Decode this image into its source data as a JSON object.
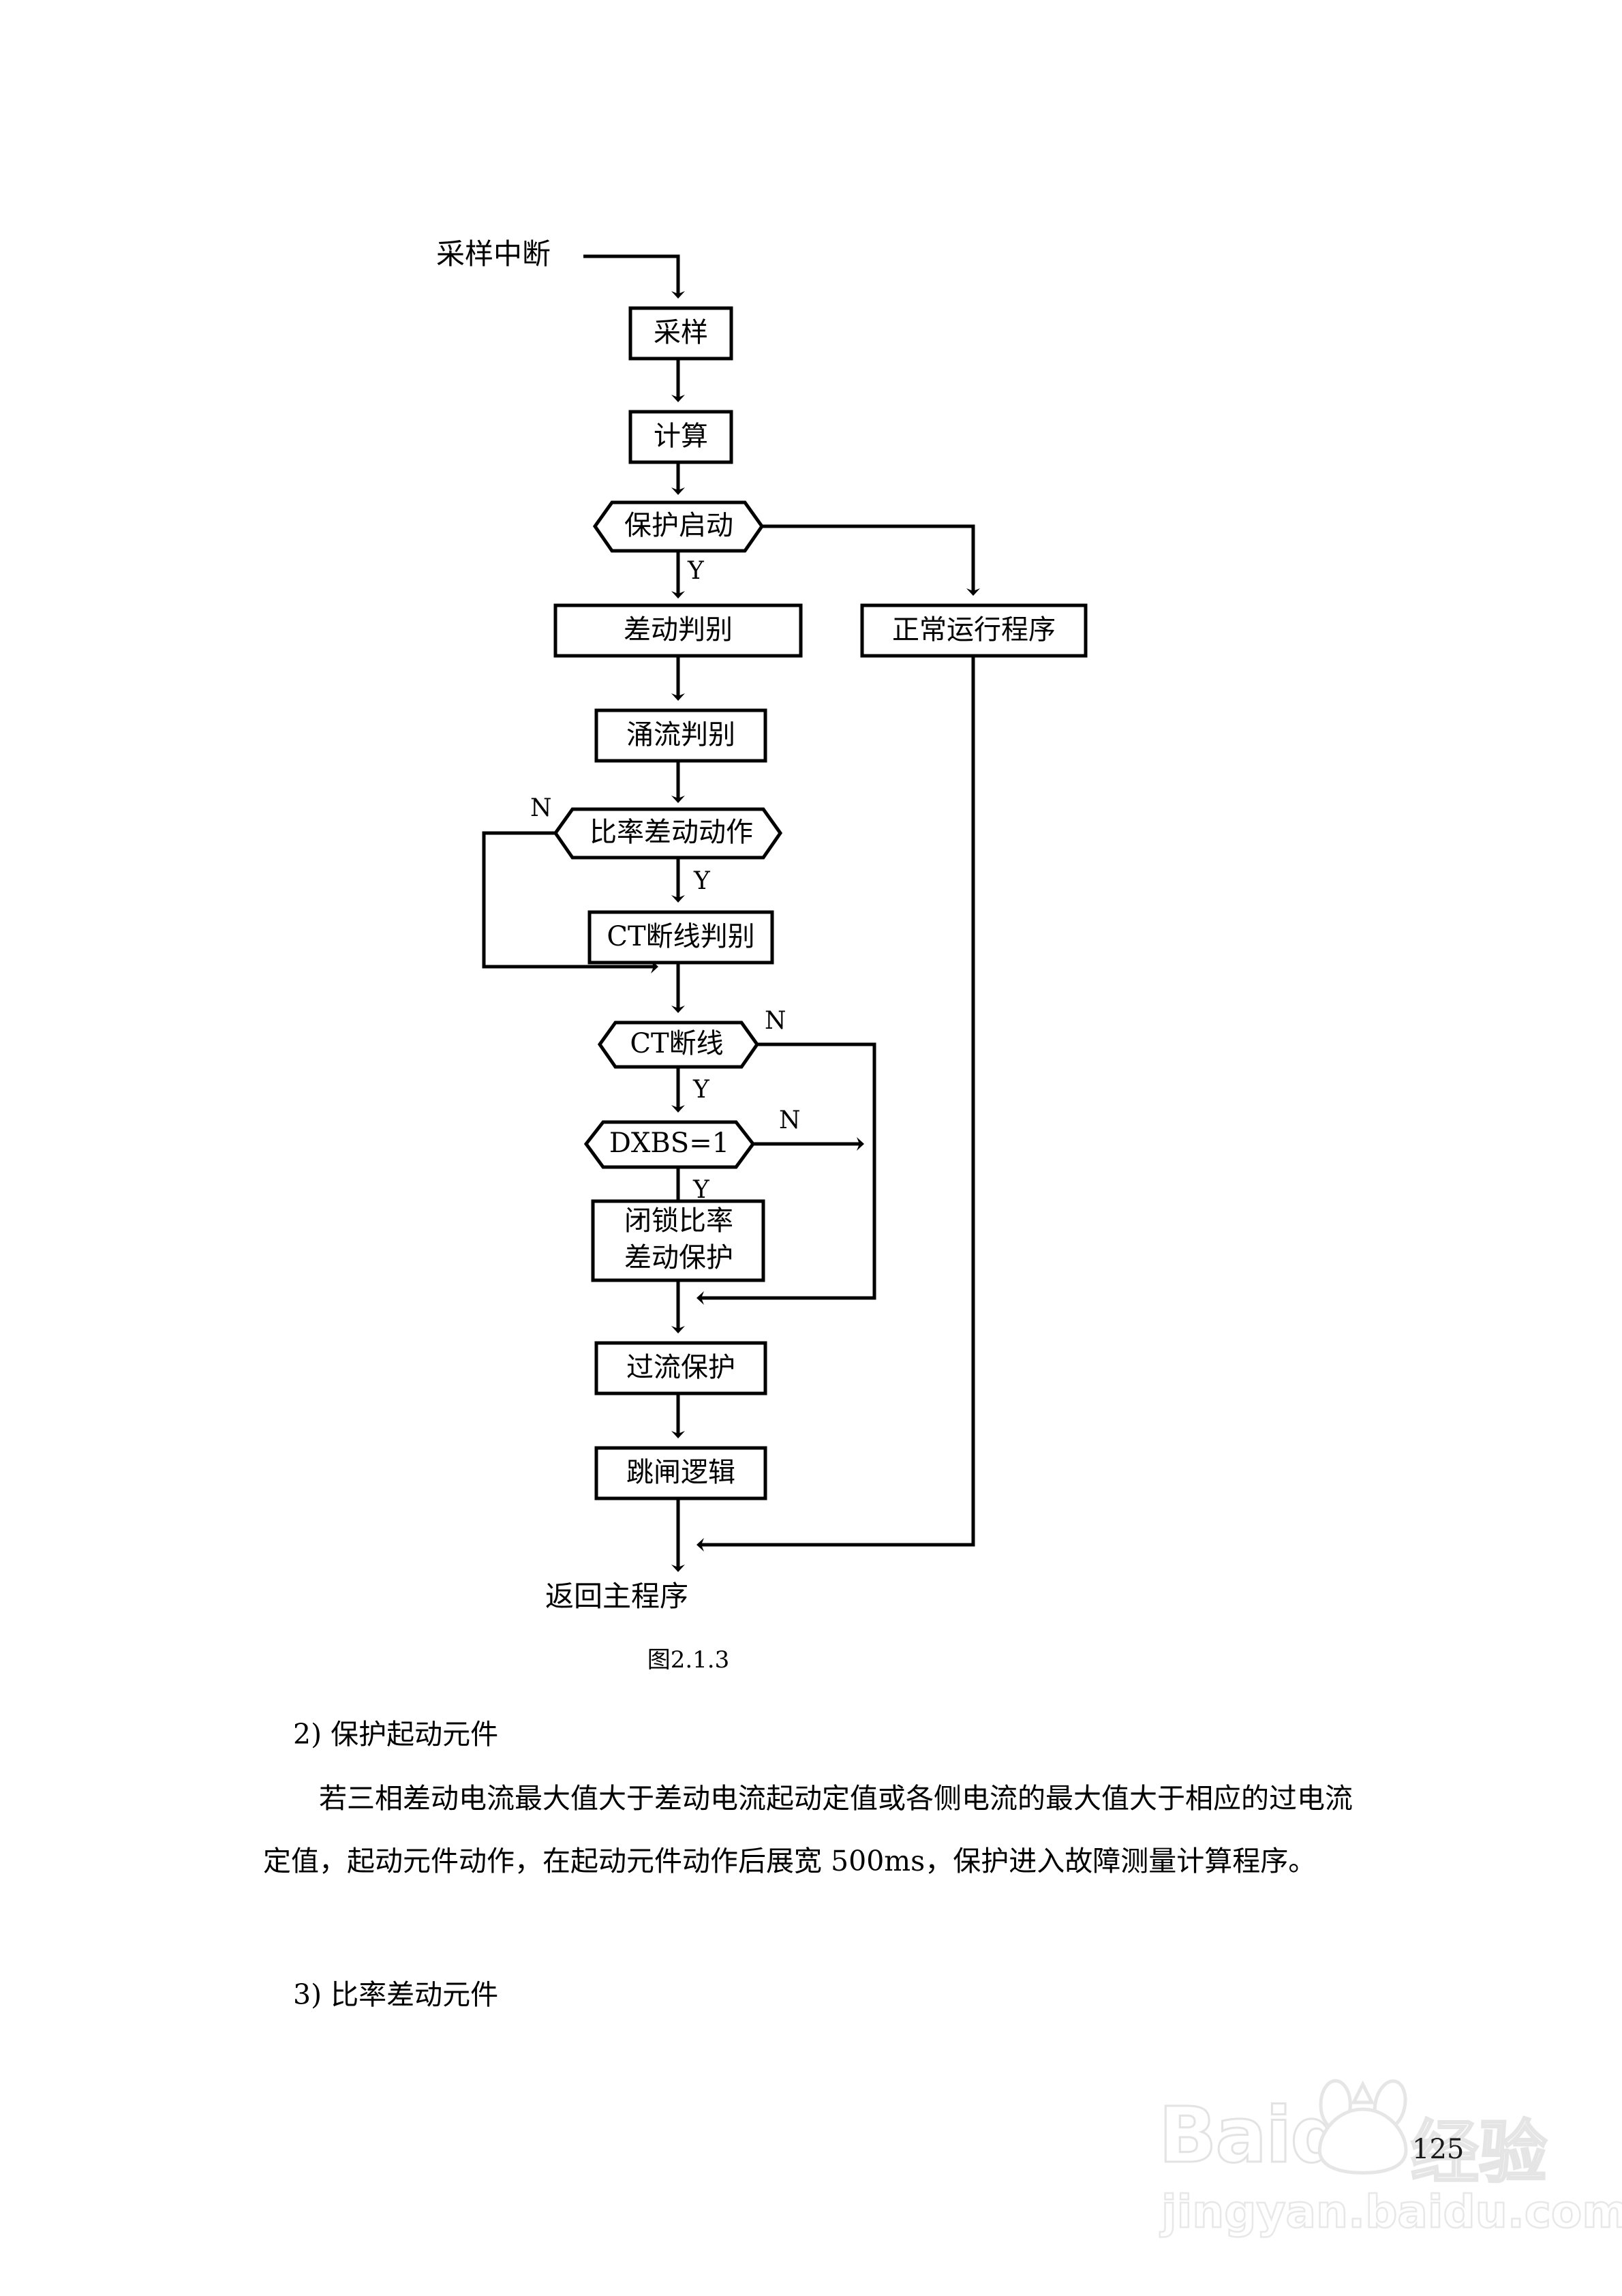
{
  "document": {
    "page_number": "125",
    "figure_caption": "图2.1.3"
  },
  "flowchart": {
    "entry_label": "采样中断",
    "exit_label": "返回主程序",
    "nodes": [
      {
        "id": "sampling",
        "type": "process",
        "label": "采样"
      },
      {
        "id": "compute",
        "type": "process",
        "label": "计算"
      },
      {
        "id": "prot_start",
        "type": "decision",
        "label": "保护启动"
      },
      {
        "id": "normal_run",
        "type": "process",
        "label": "正常运行程序"
      },
      {
        "id": "diff_judge",
        "type": "process",
        "label": "差动判别"
      },
      {
        "id": "inrush_judge",
        "type": "process",
        "label": "涌流判别"
      },
      {
        "id": "ratio_diff_act",
        "type": "decision",
        "label": "比率差动动作"
      },
      {
        "id": "ct_break_judge",
        "type": "process",
        "label": "CT断线判别"
      },
      {
        "id": "ct_break",
        "type": "decision",
        "label": "CT断线"
      },
      {
        "id": "dxbs_eq_1",
        "type": "decision",
        "label": "DXBS=1"
      },
      {
        "id": "block_ratio_diff",
        "type": "process",
        "label_line1": "闭锁比率",
        "label_line2": "差动保护"
      },
      {
        "id": "overcurrent",
        "type": "process",
        "label": "过流保护"
      },
      {
        "id": "trip_logic",
        "type": "process",
        "label": "跳闸逻辑"
      }
    ],
    "branch_labels": {
      "prot_start_yes": "Y",
      "ratio_diff_no": "N",
      "ratio_diff_yes": "Y",
      "ct_break_no": "N",
      "ct_break_yes": "Y",
      "dxbs_no": "N",
      "dxbs_yes": "Y"
    }
  },
  "text": {
    "item2_heading": "2)  保护起动元件",
    "item2_para": "若三相差动电流最大值大于差动电流起动定值或各侧电流的最大值大于相应的过电流定值，起动元件动作，在起动元件动作后展宽 500ms，保护进入故障测量计算程序。",
    "item3_heading": "3)  比率差动元件"
  },
  "watermark": {
    "brand": "Baidu",
    "brand_cn": "经验",
    "site": "jingyan.baidu.com"
  }
}
